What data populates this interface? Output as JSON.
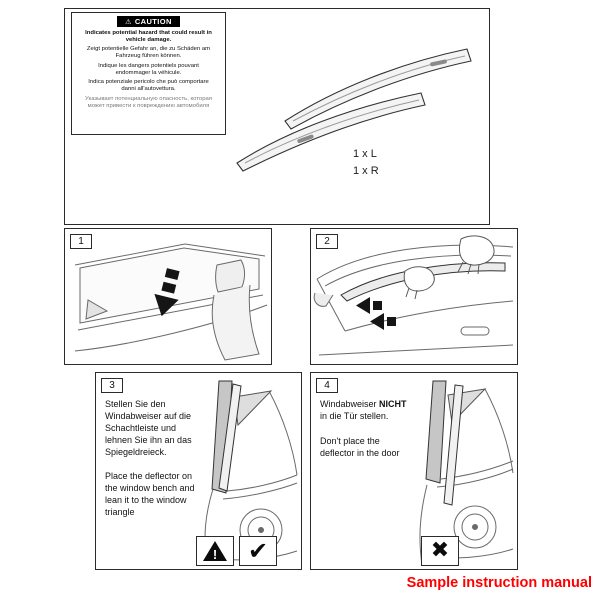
{
  "footer": {
    "label": "Sample instruction manual",
    "color": "#ff0000"
  },
  "icons": {
    "warning": "⚠",
    "exclamation": "!",
    "check": "✔",
    "cross": "✖"
  },
  "caution": {
    "header": "CAUTION",
    "en": "Indicates potential hazard that could result in vehicle damage.",
    "de": "Zeigt potentielle Gefahr an, die zu Schäden am Fahrzeug führen können.",
    "fr": "Indique les dangers potentiels pouvant endommager la véhicule.",
    "it": "Indica potenziale pericolo che può comportare danni all'autovettura.",
    "ru": "Указывает потенциальную опасность, которая может привести к повреждению автомобиля"
  },
  "parts": {
    "left_qty": "1 x L",
    "right_qty": "1 x R"
  },
  "steps": [
    {
      "number": "1"
    },
    {
      "number": "2"
    },
    {
      "number": "3",
      "text_de": "Stellen Sie den Windabweiser auf die Schachtleiste und lehnen Sie ihn an das Spiegeldreieck.",
      "text_en": "Place the deflector on the window bench and lean it to the window triangle"
    },
    {
      "number": "4",
      "text_de_1": "Windabweiser",
      "text_de_bold": "NICHT",
      "text_de_2": "in die Tür stellen.",
      "text_en": "Don't place the deflector in the door"
    }
  ]
}
